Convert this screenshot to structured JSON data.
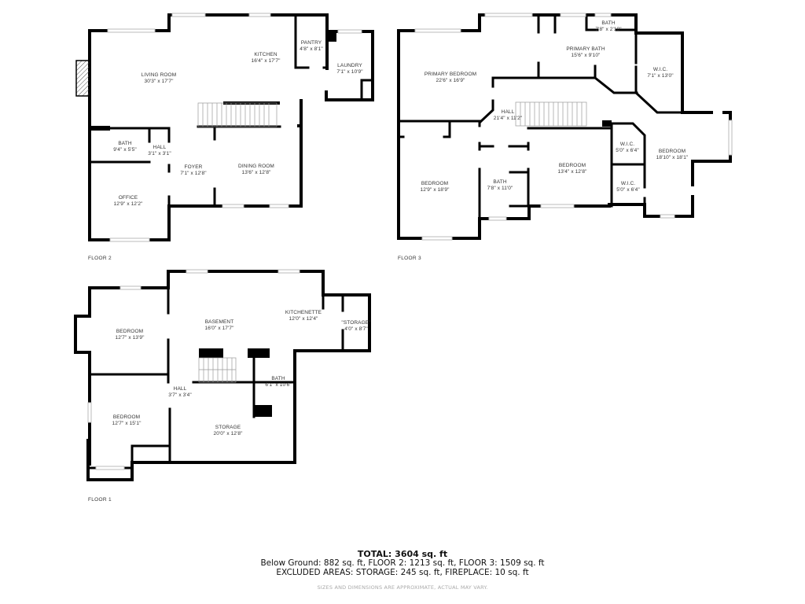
{
  "floors": [
    {
      "label": "FLOOR 2",
      "rooms": [
        {
          "name": "LIVING ROOM",
          "dims": "30'3\" x 17'7\""
        },
        {
          "name": "KITCHEN",
          "dims": "16'4\" x 17'7\""
        },
        {
          "name": "PANTRY",
          "dims": "4'8\" x 8'1\""
        },
        {
          "name": "LAUNDRY",
          "dims": "7'1\" x 10'9\""
        },
        {
          "name": "BATH",
          "dims": "9'4\" x 5'5\""
        },
        {
          "name": "HALL",
          "dims": "3'1\" x 3'1\""
        },
        {
          "name": "FOYER",
          "dims": "7'1\" x 12'8\""
        },
        {
          "name": "DINING ROOM",
          "dims": "13'6\" x 12'8\""
        },
        {
          "name": "OFFICE",
          "dims": "12'9\" x 12'2\""
        }
      ]
    },
    {
      "label": "FLOOR 3",
      "rooms": [
        {
          "name": "PRIMARY BEDROOM",
          "dims": "22'6\" x 16'9\""
        },
        {
          "name": "PRIMARY BATH",
          "dims": "15'6\" x 9'10\""
        },
        {
          "name": "BATH",
          "dims": "7'8\" x 2'10\""
        },
        {
          "name": "W.I.C.",
          "dims": "7'1\" x 13'0\""
        },
        {
          "name": "HALL",
          "dims": "21'4\" x 11'2\""
        },
        {
          "name": "BEDROOM",
          "dims": "12'9\" x 18'9\""
        },
        {
          "name": "BATH",
          "dims": "7'8\" x 11'0\""
        },
        {
          "name": "BEDROOM",
          "dims": "13'4\" x 12'8\""
        },
        {
          "name": "W.I.C.",
          "dims": "5'0\" x 6'4\""
        },
        {
          "name": "W.I.C.",
          "dims": "5'0\" x 6'4\""
        },
        {
          "name": "BEDROOM",
          "dims": "18'10\" x 18'1\""
        }
      ]
    },
    {
      "label": "FLOOR 1",
      "rooms": [
        {
          "name": "BEDROOM",
          "dims": "12'7\" x 13'9\""
        },
        {
          "name": "BASEMENT",
          "dims": "16'0\" x 17'7\""
        },
        {
          "name": "KITCHENETTE",
          "dims": "12'0\" x 12'4\""
        },
        {
          "name": "\"STORAGE\"",
          "dims": "4'0\" x 8'7\""
        },
        {
          "name": "HALL",
          "dims": "3'7\" x 3'4\""
        },
        {
          "name": "BATH",
          "dims": "6'1\" x 10'6\""
        },
        {
          "name": "BEDROOM",
          "dims": "12'7\" x 15'1\""
        },
        {
          "name": "STORAGE",
          "dims": "20'0\" x 12'8\""
        }
      ]
    }
  ],
  "summary": {
    "total": "TOTAL: 3604 sq. ft",
    "breakdown": "Below Ground: 882 sq. ft, FLOOR 2: 1213 sq. ft, FLOOR 3: 1509 sq. ft",
    "excluded": "EXCLUDED AREAS: STORAGE: 245 sq. ft, FIREPLACE: 10 sq. ft",
    "disclaimer": "SIZES AND DIMENSIONS ARE APPROXIMATE, ACTUAL MAY VARY."
  },
  "colors": {
    "wall": "#000000",
    "window": "#cccccc",
    "background": "#ffffff",
    "label": "#333333",
    "disclaimer": "#aaaaaa"
  }
}
